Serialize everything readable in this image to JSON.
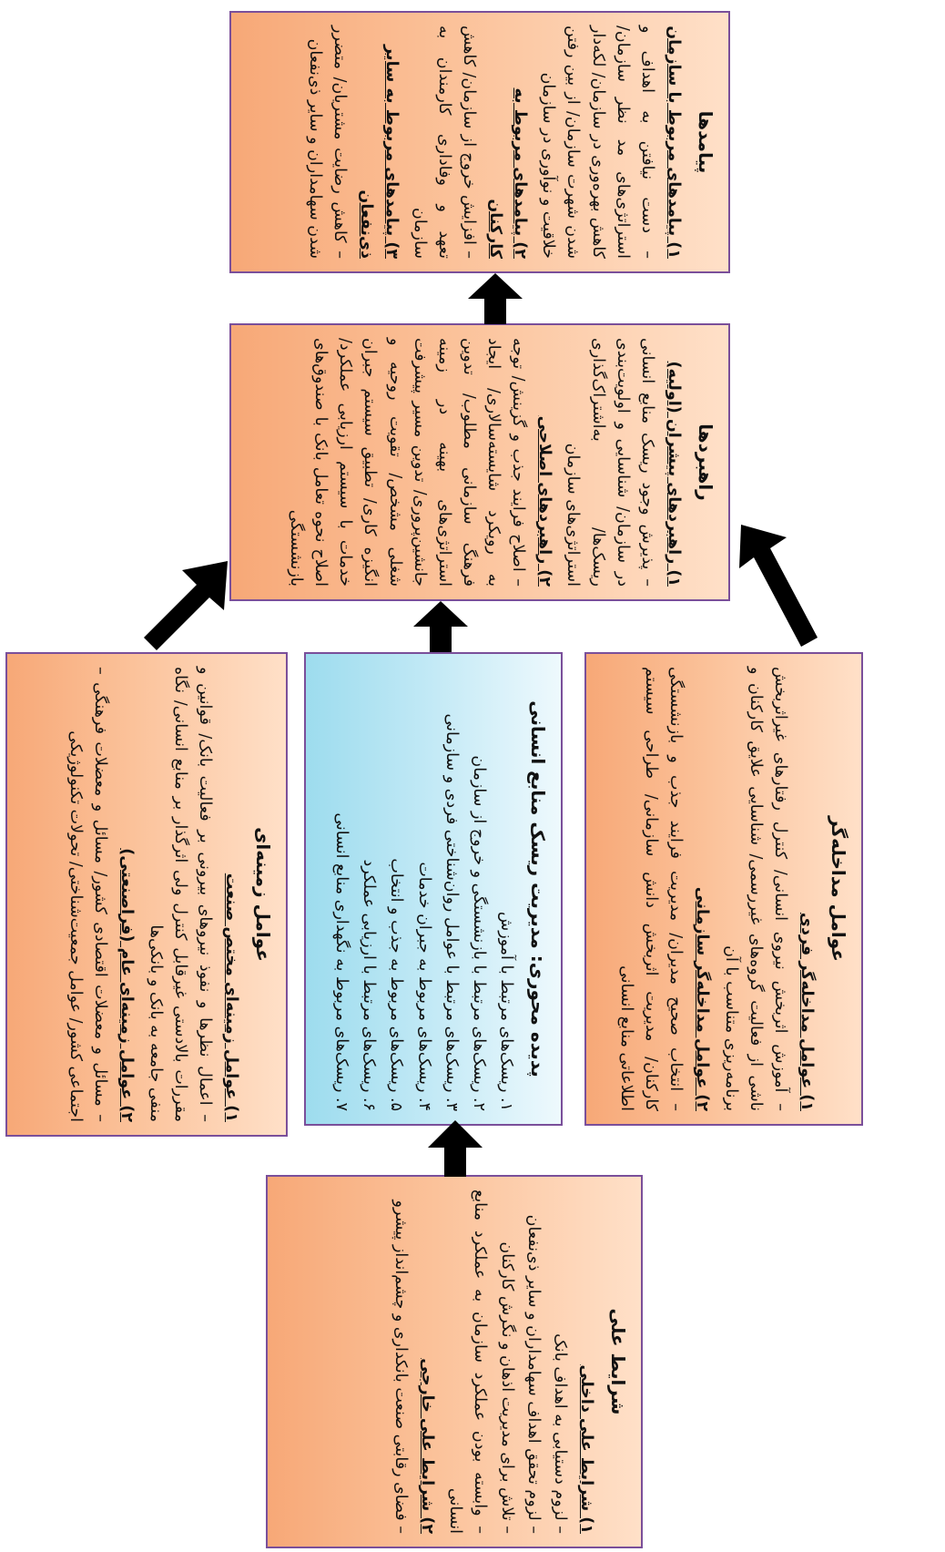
{
  "consequences": {
    "title": "پیامدها",
    "s1": "۱) پیامدهای مربوط با سازمان",
    "s1_items": [
      "– دست نیافتن به اهداف و استراتژی‌های مد نظر سازمان/ کاهش بهره‌وری در سازمان/ لکه‌دار شدن شهرت سازمان/ از بین رفتن خلاقیت و نوآوری در سازمان"
    ],
    "s2": "۲) پیامدهای مربوط به کارکنان",
    "s2_items": [
      "– افزایش خروج از سازمان/ کاهش تعهد و وفاداری کارمندان به سازمان"
    ],
    "s3": "۳) پیامدهای مربوط به سایر ذی‌نفعان",
    "s3_items": [
      "– کاهش رضایت مشتریان/ متضرر شدن سهامداران و سایر ذی‌نفعان"
    ]
  },
  "strategies": {
    "title": "راهبردها",
    "s1": "۱) راهبردهای پیشران (اولیه)",
    "s1_items": [
      "– پذیرش وجود ریسک منابع انسانی در سازمان/ شناسایی و اولویت‌بندی ریسک‌ها/ به‌اشتراک‌گذاری استراتژی‌های سازمان"
    ],
    "s2": "۲) راهبردهای اصلاحی",
    "s2_items": [
      "– اصلاح فرایند جذب و گزینش/ توجه به رویکرد شایسته‌سالاری/ ایجاد فرهنگ سازمانی مطلوب/ تدوین استراتژی‌های بهینه در زمینه جانشین‌پروری/ تدوین مسیر پیشرفت شغلی مشخص/ تقویت روحیه و انگیزه کاری/ تطبیق سیستم جبران خدمات با سیستم ارزیابی عملکرد/ اصلاح نحوه تعامل بانک با صندوق‌های بازنشستگی"
    ]
  },
  "intervening": {
    "title": "عوامل مداخله‌گر",
    "s1": "۱) عوامل مداخله‌گر فردی",
    "s1_items": [
      "– آموزش اثربخش نیروی انسانی/ کنترل رفتارهای غیراثربخش ناشی از فعالیت گروه‌های غیررسمی/ شناسایی علایق کارکنان و برنامه‌ریزی متناسب با آن"
    ],
    "s2": "۲) عوامل مداخله‌گر سازمانی",
    "s2_items": [
      "– انتخاب صحیح مدیران/ مدیریت فرایند جذب و بازنشستگی کارکنان/ مدیریت اثربخش دانش سازمانی/ طراحی سیستم اطلاعاتی منابع انسانی"
    ]
  },
  "core": {
    "title": "پدیده محوری: مدیریت ریسک منابع انسانی",
    "items": [
      "۱. ریسک‌های مرتبط با آموزش",
      "۲. ریسک‌های مرتبط با بازنشستگی و خروج از سازمان",
      "۳. ریسک‌های مرتبط با عوامل روان‌شناختی فردی و سازمانی",
      "۴. ریسک‌های مربوط به جبران خدمات",
      "۵. ریسک‌های مربوط به جذب و انتخاب",
      "۶. ریسک‌های مرتبط با ارزیابی عملکرد",
      "۷. ریسک‌های مربوط به نگهداری منابع انسانی"
    ]
  },
  "context": {
    "title": "عوامل زمینه‌ای",
    "s1": "۱) عوامل زمینه‌ای مختص صنعت",
    "s1_items": [
      "– اعمال نظرها و نفوذ نیروهای بیرونی بر فعالیت بانک/ قوانین و مقررات بالادستی غیرقابل کنترل ولی اثرگذار بر منابع انسانی/ نگاه منفی جامعه به بانک و بانکی‌ها"
    ],
    "s2": "۲) عوامل زمینه‌ای عام (فراصنعتی)",
    "s2_items": [
      "– مسائل و معضلات اقتصادی کشور/ مسائل و معضلات فرهنگی – اجتماعی کشور/ عوامل جمعیت‌شناختی/ تحولات تکنولوژیکی"
    ]
  },
  "causal": {
    "title": "شرایط علی",
    "s1": "۱) شرایط علی داخلی",
    "s1_items": [
      "– لزوم دستیابی به اهداف بانک",
      "– لزوم تحقق اهداف سهامداران و سایر ذی‌نفعان",
      "– تلاش برای مدیریت اذهان و نگرش کارکنان",
      "– وابسته بودن عملکرد سازمان به عملکرد منابع انسانی"
    ],
    "s2": "۲) شرایط علی خارجی",
    "s2_items": [
      "– فضای رقابتی صنعت بانکداری و چشم‌انداز پیشرو"
    ]
  },
  "colors": {
    "border": "#7a4f9a",
    "orange": "#f7a877",
    "blue": "#9ddcee",
    "arrow": "#000000"
  }
}
